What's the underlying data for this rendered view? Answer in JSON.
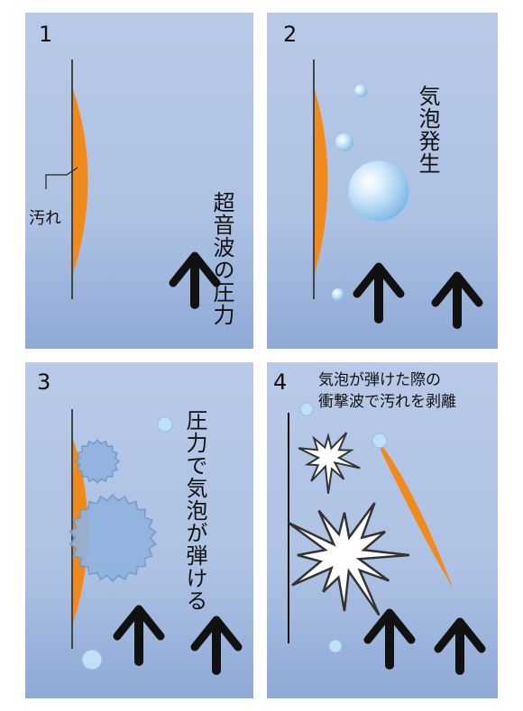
{
  "panels": [
    {
      "number": "1",
      "label": "超音波の圧力",
      "stain_label": "汚れ"
    },
    {
      "number": "2",
      "label": "気泡発生"
    },
    {
      "number": "3",
      "label": "圧力で気泡が弾ける"
    },
    {
      "number": "4",
      "label_line1": "気泡が弾けた際の",
      "label_line2": "衝撃波で汚れを剥離"
    }
  ],
  "colors": {
    "background_top": "#b9c9e8",
    "background_bottom": "#8fa9d6",
    "stain": "#f08a1c",
    "arrow": "#111111",
    "bubble": "#a9d4f5"
  }
}
